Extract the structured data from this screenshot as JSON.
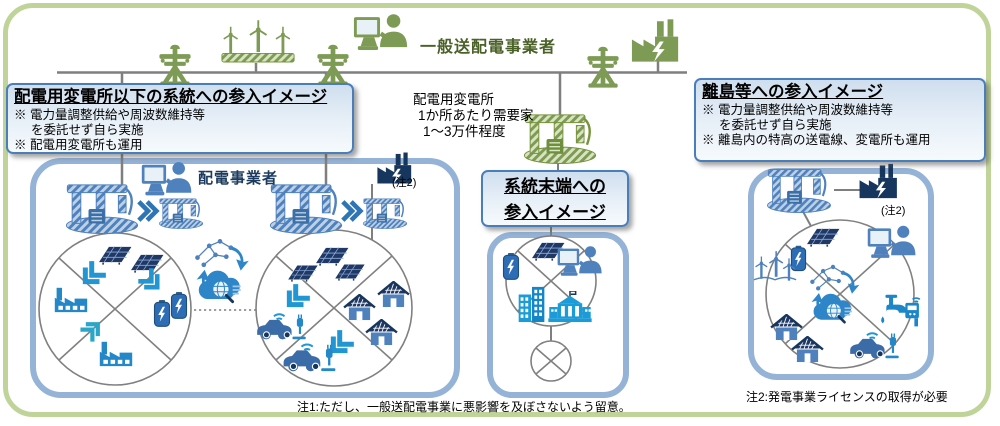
{
  "top_network": {
    "operator_label": "一般送配電事業者"
  },
  "left_section": {
    "info_box": {
      "title": "配電用変電所以下の系統への参入イメージ",
      "lines": [
        "※ 電力量調整供給や周波数維持等",
        "を委託せず自ら実施",
        "※ 配電用変電所も運用"
      ]
    },
    "operator_label": "配電事業者",
    "note_ref": "(注2)"
  },
  "center_section": {
    "substation_caption": [
      "配電用変電所",
      "1か所あたり需要家",
      "1〜3万件程度"
    ],
    "info_box": {
      "lines": [
        "系統末端への",
        "参入イメージ"
      ]
    }
  },
  "right_section": {
    "info_box": {
      "title": "離島等への参入イメージ",
      "lines": [
        "※ 電力量調整供給や周波数維持等",
        "を委託せず自ら実施",
        "※ 離島内の特高の送電線、変電所も運用"
      ]
    },
    "note_ref": "(注2)"
  },
  "footnotes": {
    "note1": "注1:ただし、一般送配電事業に悪影響を及ぼさないよう留意。",
    "note2": "注2:発電事業ライセンスの取得が必要"
  },
  "colors": {
    "frame_green": "#c0d49a",
    "panel_border_blue": "#95b3d7",
    "infobox_border": "#4a7ebb",
    "icon_green": "#7d9b54",
    "icon_steel_blue": "#4f81bd",
    "icon_cyan": "#1b9bd7",
    "icon_navy": "#1f3864",
    "line_gray": "#7f7f7f"
  },
  "icons": {
    "transmission-tower-icon": "lattice pylon",
    "wind-farm-icon": "three wind turbines on hatched base",
    "operator-person-icon": "person at monitor",
    "power-plant-icon": "factory with lightning bolt",
    "substation-icon": "hatched substation on oval base",
    "solar-panel-icon": "tilted PV array",
    "battery-icon": "battery with bolt",
    "factory-icon": "factory with windows",
    "house-solar-icon": "house with PV roof",
    "ev-car-icon": "electric car with charger",
    "network-cloud-icon": "cloud with globe, magnifier and sync arrows",
    "school-icon": "public building with flag",
    "buildings-icon": "two office towers",
    "water-tap-icon": "smart water tap with meter",
    "chevron-arrow-icon": "double chevron arrow",
    "crossed-circle-icon": "circle with X"
  }
}
